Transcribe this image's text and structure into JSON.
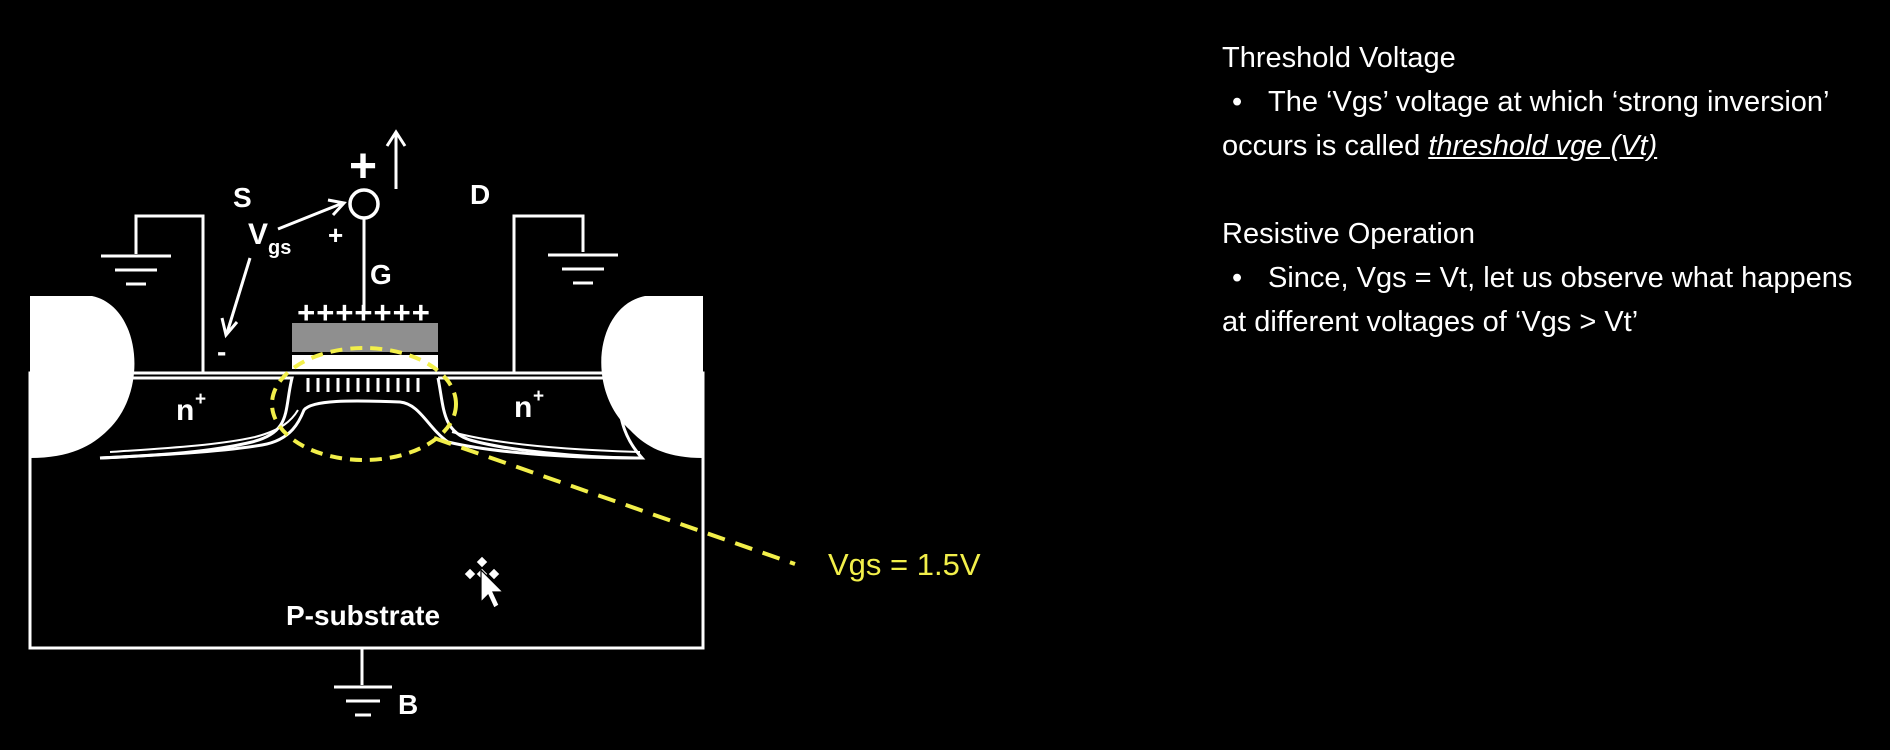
{
  "colors": {
    "background": "#000000",
    "foreground": "#ffffff",
    "highlight": "#f2ef4a",
    "gate_metal": "#8f8f8f"
  },
  "diagram": {
    "source_label": "S",
    "drain_label": "D",
    "gate_label": "G",
    "body_label": "B",
    "vgs_label_main": "V",
    "vgs_label_sub": "gs",
    "gate_plus_big": "+",
    "gate_plus_small": "+",
    "source_minus": "-",
    "gate_charge": "+++++++",
    "n_plus_left_main": "n",
    "n_plus_left_sup": "+",
    "n_plus_right_main": "n",
    "n_plus_right_sup": "+",
    "substrate_label": "P-substrate",
    "callout_label": "Vgs = 1.5V",
    "up_arrow_icon": "up-arrow-icon",
    "ground_icon": "ground-icon",
    "cursor_icon": "move-cursor-icon"
  },
  "notes": {
    "threshold": {
      "title": "Threshold Voltage",
      "bullet": "•",
      "text_before": "The ‘Vgs’ voltage at which ‘strong inversion’ occurs is called ",
      "emphasis": "threshold vge (Vt)"
    },
    "resistive": {
      "title": "Resistive Operation",
      "bullet": "•",
      "text": "Since, Vgs = Vt, let us observe what happens at different voltages of ‘Vgs > Vt’"
    }
  }
}
